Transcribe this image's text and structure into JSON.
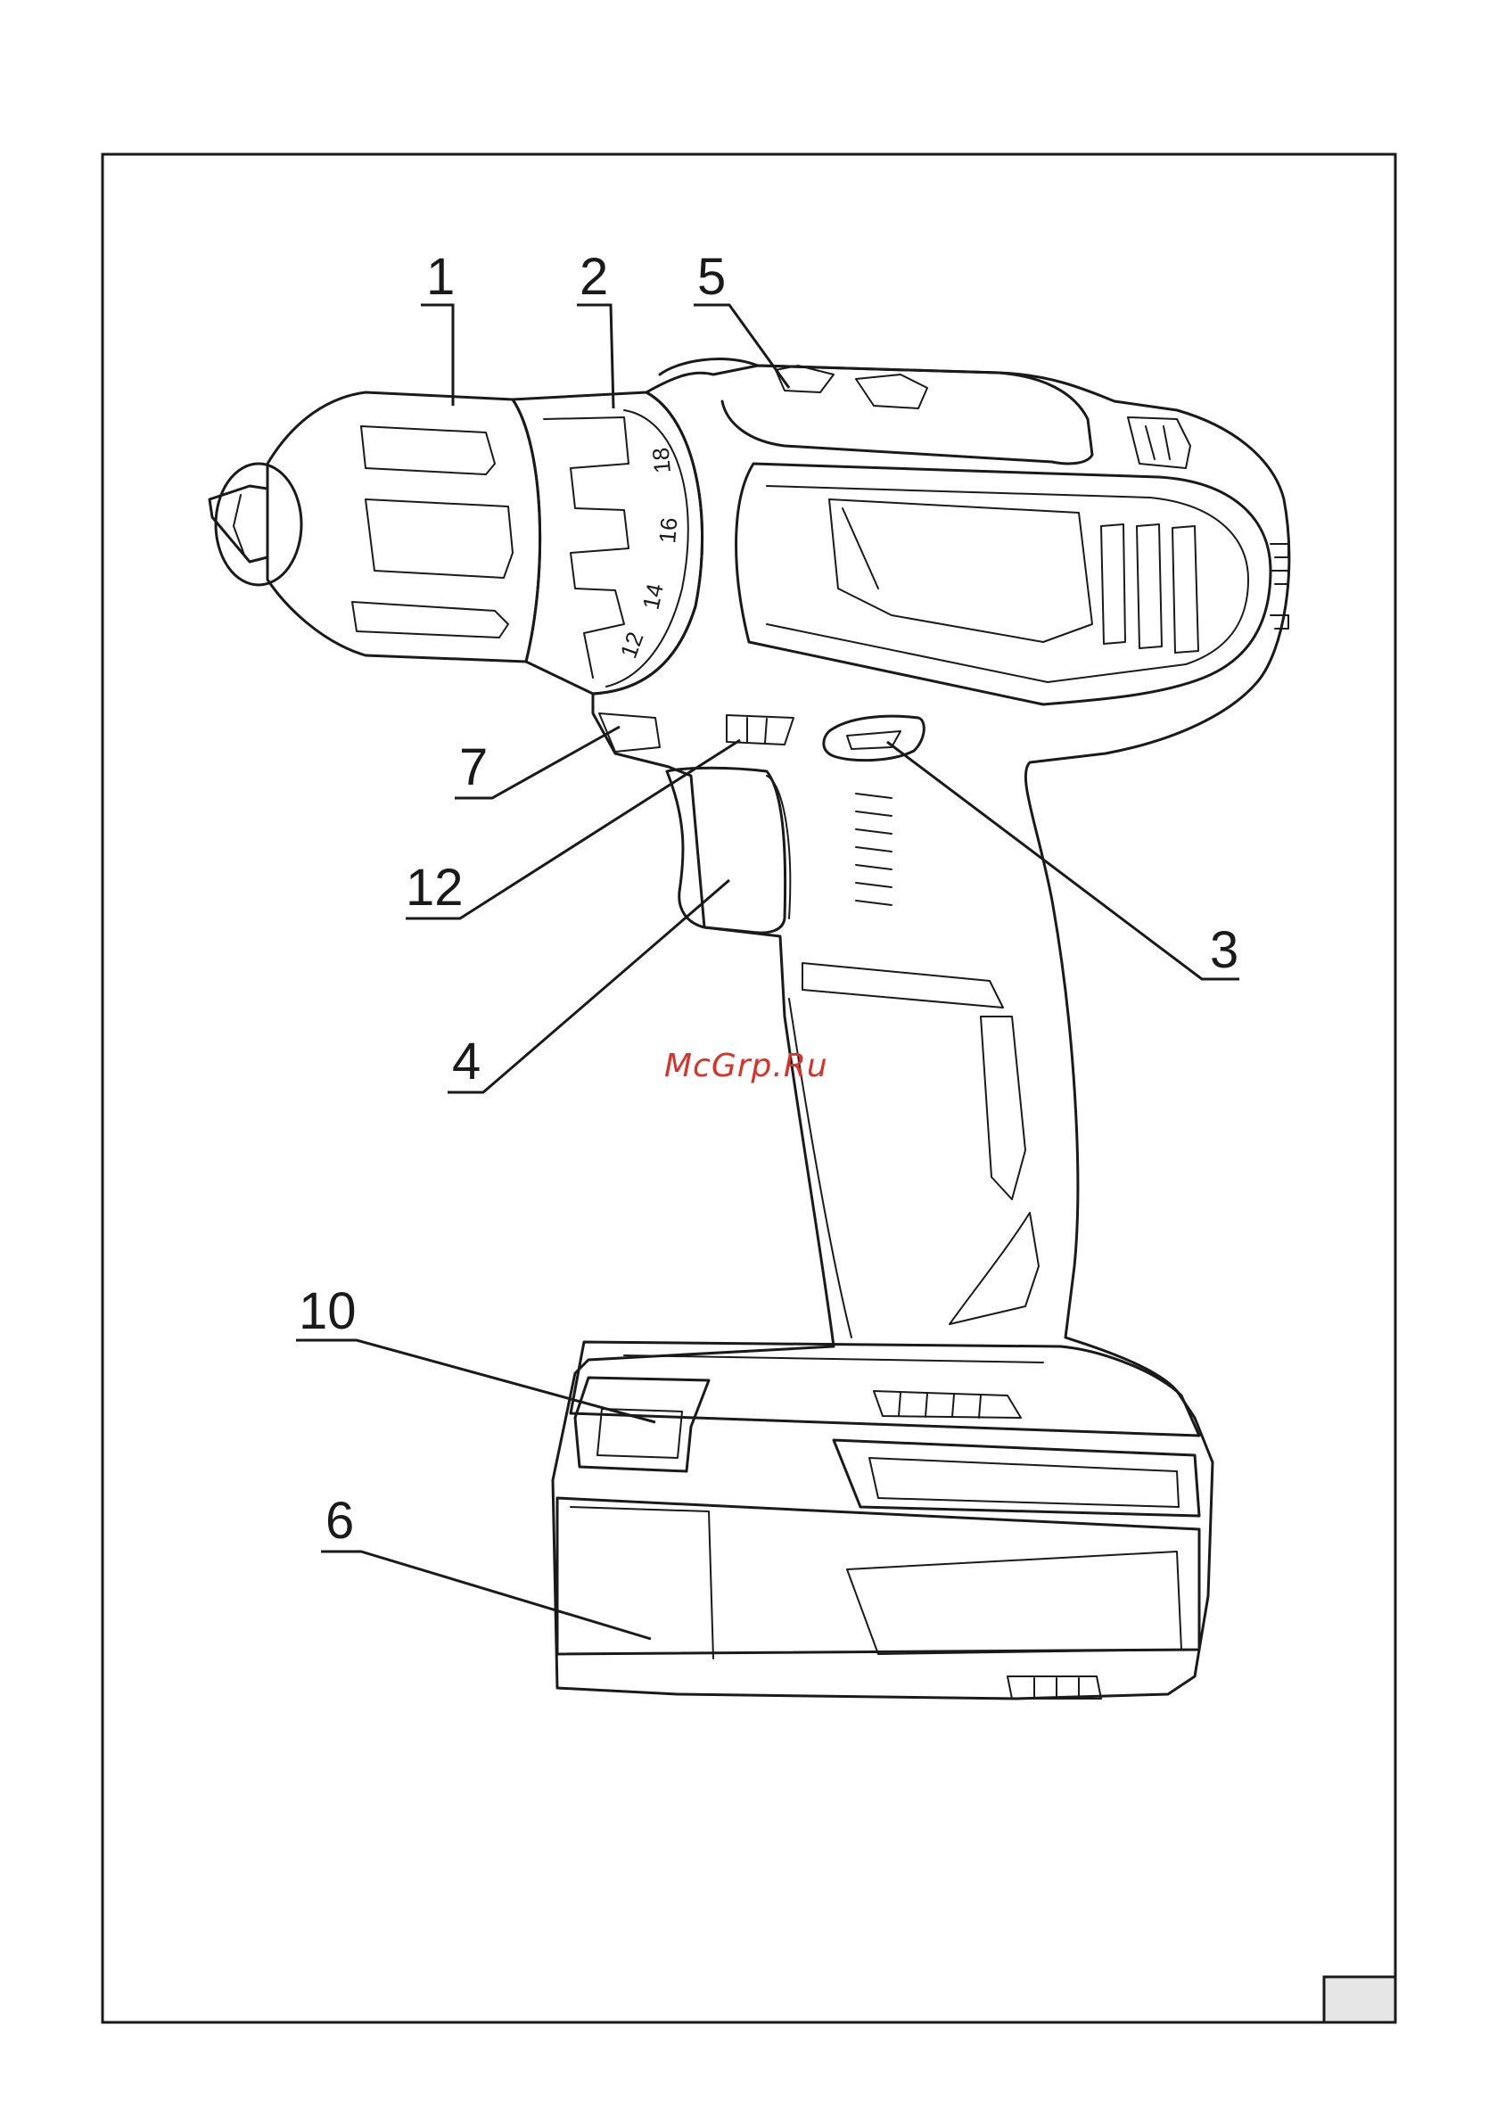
{
  "diagram": {
    "callouts": [
      {
        "id": "1",
        "label": "1"
      },
      {
        "id": "2",
        "label": "2"
      },
      {
        "id": "5",
        "label": "5"
      },
      {
        "id": "7",
        "label": "7"
      },
      {
        "id": "12",
        "label": "12"
      },
      {
        "id": "3",
        "label": "3"
      },
      {
        "id": "4",
        "label": "4"
      },
      {
        "id": "10",
        "label": "10"
      },
      {
        "id": "6",
        "label": "6"
      }
    ],
    "torque_scale": [
      "12",
      "14",
      "16",
      "18"
    ],
    "watermark": "McGrp.Ru"
  }
}
